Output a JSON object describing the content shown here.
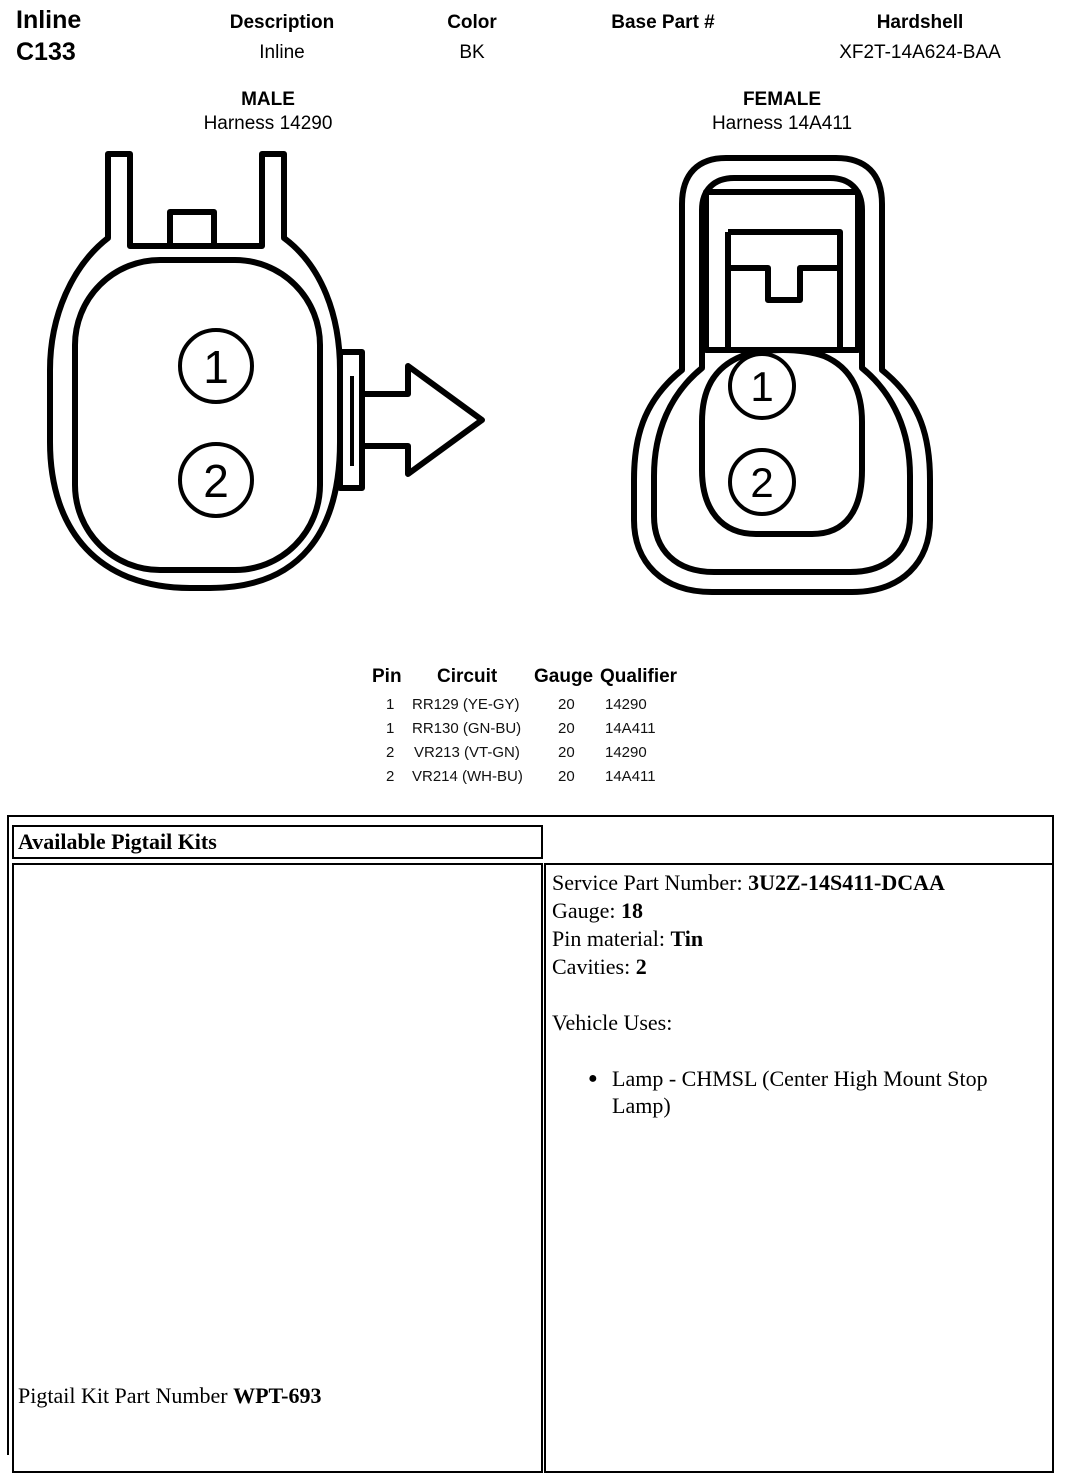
{
  "header": {
    "location": "Inline",
    "connector_id": "C133",
    "columns": [
      {
        "label": "Description",
        "value": "Inline"
      },
      {
        "label": "Color",
        "value": "BK"
      },
      {
        "label": "Base Part #",
        "value": ""
      },
      {
        "label": "Hardshell",
        "value": "XF2T-14A624-BAA"
      }
    ]
  },
  "connectors": {
    "male": {
      "label": "MALE",
      "harness": "Harness 14290",
      "pins": [
        "1",
        "2"
      ]
    },
    "female": {
      "label": "FEMALE",
      "harness": "Harness 14A411",
      "pins": [
        "1",
        "2"
      ]
    }
  },
  "pin_table": {
    "headers": [
      "Pin",
      "Circuit",
      "Gauge",
      "Qualifier"
    ],
    "rows": [
      {
        "pin": "1",
        "circuit": "RR129 (YE-GY)",
        "gauge": "20",
        "qualifier": "14290"
      },
      {
        "pin": "1",
        "circuit": "RR130 (GN-BU)",
        "gauge": "20",
        "qualifier": "14A411"
      },
      {
        "pin": "2",
        "circuit": "VR213 (VT-GN)",
        "gauge": "20",
        "qualifier": "14290"
      },
      {
        "pin": "2",
        "circuit": "VR214 (WH-BU)",
        "gauge": "20",
        "qualifier": "14A411"
      }
    ]
  },
  "pigtail": {
    "title": "Available Pigtail Kits",
    "service_part_label": "Service Part Number: ",
    "service_part_value": "3U2Z-14S411-DCAA",
    "gauge_label": "Gauge: ",
    "gauge_value": "18",
    "pin_material_label": "Pin material: ",
    "pin_material_value": "Tin",
    "cavities_label": "Cavities: ",
    "cavities_value": "2",
    "vehicle_uses_label": "Vehicle Uses:",
    "vehicle_uses": [
      "Lamp - CHMSL (Center High Mount Stop Lamp)"
    ],
    "kit_label": "Pigtail Kit Part Number ",
    "kit_value": "WPT-693"
  }
}
